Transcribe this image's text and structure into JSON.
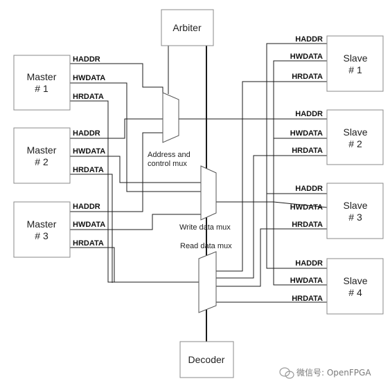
{
  "arbiter": "Arbiter",
  "decoder": "Decoder",
  "masters": [
    {
      "line1": "Master",
      "line2": "# 1"
    },
    {
      "line1": "Master",
      "line2": "# 2"
    },
    {
      "line1": "Master",
      "line2": "# 3"
    }
  ],
  "slaves": [
    {
      "line1": "Slave",
      "line2": "# 1"
    },
    {
      "line1": "Slave",
      "line2": "# 2"
    },
    {
      "line1": "Slave",
      "line2": "# 3"
    },
    {
      "line1": "Slave",
      "line2": "# 4"
    }
  ],
  "signals": {
    "haddr": "HADDR",
    "hwdata": "HWDATA",
    "hrdata": "HRDATA"
  },
  "muxes": {
    "address": {
      "line1": "Address and",
      "line2": "control mux"
    },
    "write": "Write data mux",
    "read": "Read data mux"
  },
  "watermark": "微信号: OpenFPGA"
}
